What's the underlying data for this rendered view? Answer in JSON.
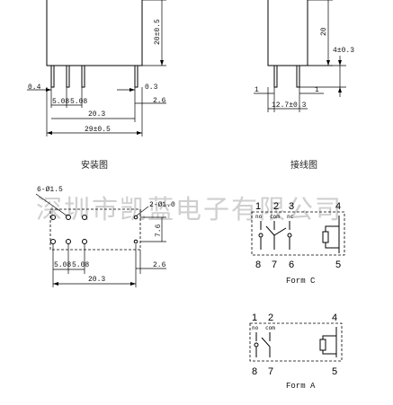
{
  "mounting": {
    "caption": "安装图",
    "dim_height": "20±0.5",
    "dim_left_offset": "0.4",
    "dim_pitch_1": "5.08",
    "dim_pitch_2": "5.08",
    "dim_right_offset": "0.3",
    "dim_right_gap": "2.6",
    "dim_span": "20.3",
    "dim_length": "29±0.5"
  },
  "wiring": {
    "caption": "接线图",
    "dim_height": "20",
    "dim_pin": "4±0.3",
    "dim_left": "1",
    "dim_right": "1",
    "dim_pitch": "12.7±0.3"
  },
  "pcb": {
    "dim_holes": "6-Ø1.5",
    "dim_hole2": "2-Ø1.0",
    "dim_v": "7.6",
    "dim_pitch_1": "5.08",
    "dim_pitch_2": "5.08",
    "dim_gap": "2.6",
    "dim_span": "20.3"
  },
  "form_c": {
    "caption": "Form C",
    "pins_top": [
      "1",
      "2",
      "3",
      "4"
    ],
    "pins_bottom": [
      "8",
      "7",
      "6",
      "5"
    ],
    "contacts": [
      "no",
      "com",
      "nc"
    ]
  },
  "form_a": {
    "caption": "Form A",
    "pins_top": [
      "1",
      "2",
      "4"
    ],
    "pins_bottom": [
      "8",
      "7",
      "5"
    ],
    "contacts": [
      "no",
      "com"
    ]
  },
  "watermark": "深圳市凯蓝电子有限公司"
}
